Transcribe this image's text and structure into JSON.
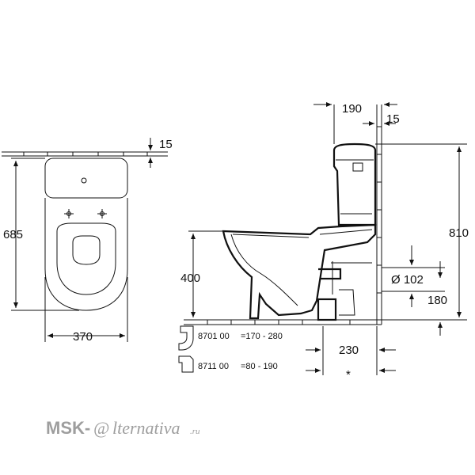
{
  "top_view": {
    "dim_depth": "685",
    "dim_width": "370",
    "dim_gap": "15"
  },
  "side_view": {
    "dim_tank_depth": "190",
    "dim_wall_gap": "15",
    "dim_height_total": "810",
    "dim_seat_height": "400",
    "dim_outlet_diameter": "Ø 102",
    "dim_outlet_height": "180",
    "dim_outlet_distance": "230",
    "asterisk": "*"
  },
  "notes": [
    {
      "code": "8701 00",
      "range": "=170 - 280"
    },
    {
      "code": "8711 00",
      "range": "=80 -  190"
    }
  ],
  "watermark": {
    "brand_prefix": "MSK-",
    "brand_at": "@",
    "brand_suffix": "lternativa",
    "domain": ".ru"
  }
}
